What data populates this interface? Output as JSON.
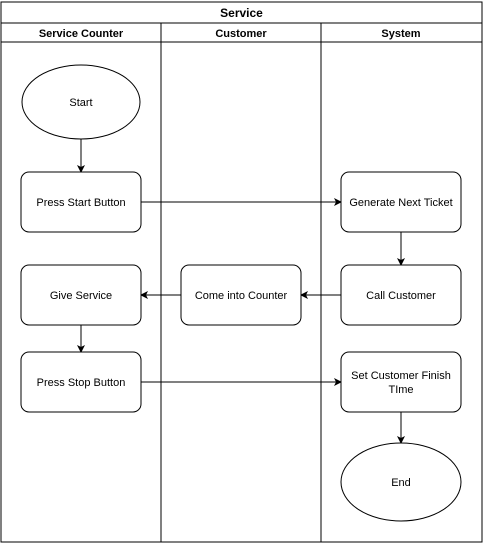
{
  "pool": {
    "title": "Service"
  },
  "lanes": [
    {
      "id": "service-counter",
      "title": "Service Counter"
    },
    {
      "id": "customer",
      "title": "Customer"
    },
    {
      "id": "system",
      "title": "System"
    }
  ],
  "nodes": {
    "start": {
      "shape": "ellipse",
      "lines": [
        "Start"
      ]
    },
    "press_start": {
      "shape": "rounded-rect",
      "lines": [
        "Press Start Button"
      ]
    },
    "generate_ticket": {
      "shape": "rounded-rect",
      "lines": [
        "Generate Next Ticket"
      ]
    },
    "call_customer": {
      "shape": "rounded-rect",
      "lines": [
        "Call Customer"
      ]
    },
    "come_into_counter": {
      "shape": "rounded-rect",
      "lines": [
        "Come into Counter"
      ]
    },
    "give_service": {
      "shape": "rounded-rect",
      "lines": [
        "Give Service"
      ]
    },
    "press_stop": {
      "shape": "rounded-rect",
      "lines": [
        "Press Stop Button"
      ]
    },
    "set_finish_time": {
      "shape": "rounded-rect",
      "lines": [
        "Set Customer Finish",
        "TIme"
      ]
    },
    "end": {
      "shape": "ellipse",
      "lines": [
        "End"
      ]
    }
  },
  "edges": [
    {
      "from": "start",
      "to": "press_start"
    },
    {
      "from": "press_start",
      "to": "generate_ticket"
    },
    {
      "from": "generate_ticket",
      "to": "call_customer"
    },
    {
      "from": "call_customer",
      "to": "come_into_counter"
    },
    {
      "from": "come_into_counter",
      "to": "give_service"
    },
    {
      "from": "give_service",
      "to": "press_stop"
    },
    {
      "from": "press_stop",
      "to": "set_finish_time"
    },
    {
      "from": "set_finish_time",
      "to": "end"
    }
  ]
}
